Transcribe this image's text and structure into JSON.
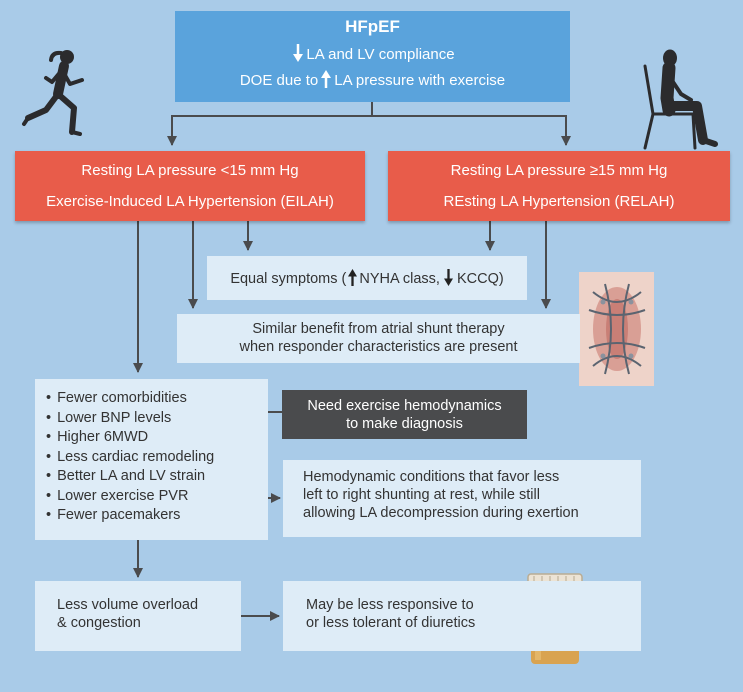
{
  "top": {
    "title": "HFpEF",
    "line1": "LA and LV compliance",
    "line2_pre": "DOE due to",
    "line2_post": "LA pressure with exercise"
  },
  "eilah": {
    "line1": "Resting LA pressure <15 mm Hg",
    "line2": "Exercise-Induced LA Hypertension (EILAH)"
  },
  "relah": {
    "line1": "Resting LA pressure ≥15 mm Hg",
    "line2": "REsting LA Hypertension (RELAH)"
  },
  "symptoms": {
    "pre": "Equal symptoms (",
    "mid": "NYHA class,",
    "post": "KCCQ)"
  },
  "shunt_benefit": {
    "line1": "Similar benefit from atrial shunt therapy",
    "line2": "when responder characteristics are present"
  },
  "eilah_features": [
    "Fewer comorbidities",
    "Lower BNP levels",
    "Higher 6MWD",
    "Less cardiac remodeling",
    "Better LA and LV strain",
    "Lower exercise PVR",
    "Fewer pacemakers"
  ],
  "exercise_note": {
    "line1": "Need exercise hemodynamics",
    "line2": "to make diagnosis"
  },
  "hemodynamic": {
    "line1": "Hemodynamic conditions that favor less",
    "line2": "left to right shunting at rest, while still",
    "line3": "allowing LA decompression during exertion"
  },
  "volume": {
    "line1": "Less volume overload",
    "line2": "& congestion"
  },
  "diuretics": {
    "line1": "May be less responsive to",
    "line2": "or less tolerant of diuretics"
  },
  "colors": {
    "background": "#a9cbe8",
    "top_box": "#5aa3dc",
    "red_box": "#e85c4a",
    "pale_box": "#deecf7",
    "dark_box": "#4a4b4d",
    "connector": "#4a4b4d"
  },
  "icons": [
    "runner-icon",
    "seated-person-icon",
    "atrial-shunt-device-icon",
    "pill-bottle-icon",
    "capsule-icon"
  ]
}
